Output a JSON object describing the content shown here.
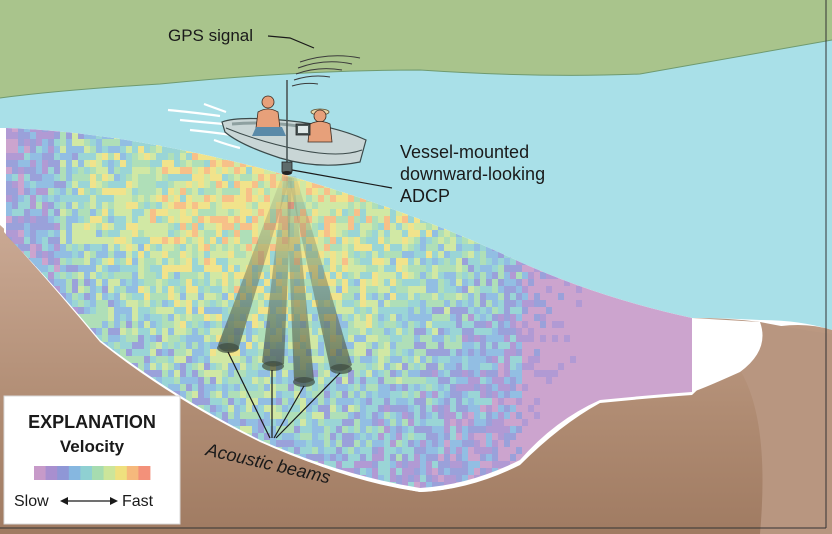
{
  "labels": {
    "gps": "GPS signal",
    "adcp_line1": "Vessel-mounted",
    "adcp_line2": "downward-looking",
    "adcp_line3": "ADCP",
    "beams": "Acoustic beams"
  },
  "legend": {
    "title": "EXPLANATION",
    "subtitle": "Velocity",
    "slow": "Slow",
    "fast": "Fast",
    "scale_colors": [
      "#c79ac9",
      "#a88fcf",
      "#8f97d6",
      "#86b7e0",
      "#8fd0d2",
      "#a6dcb0",
      "#cce59a",
      "#efe07e",
      "#f6b97c",
      "#f3917a"
    ]
  },
  "colors": {
    "land": "#a9c48c",
    "water": "#a9e0e8",
    "sediment": "#b08c73",
    "boat": "#c9d6d6"
  }
}
